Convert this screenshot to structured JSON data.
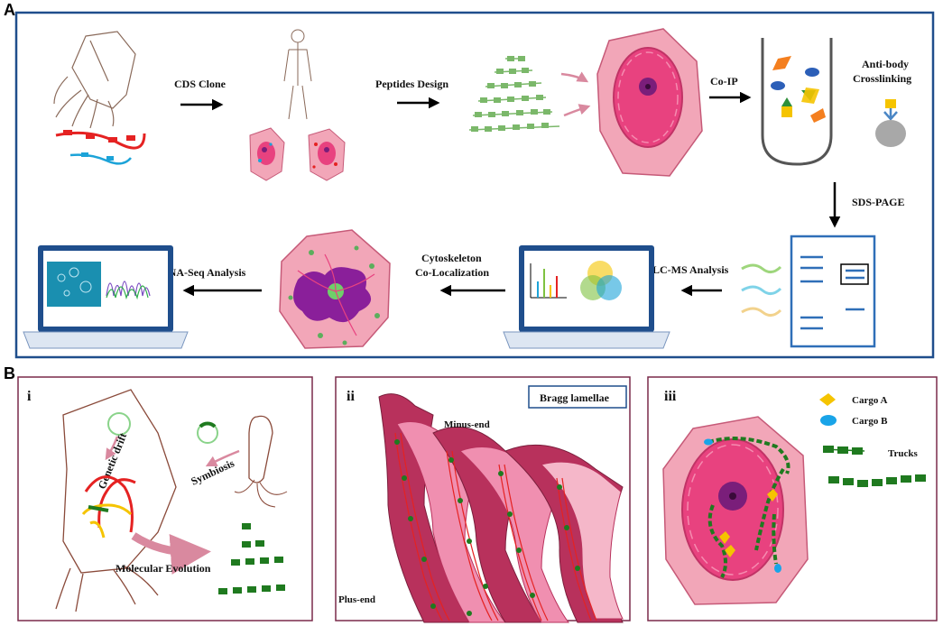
{
  "panels": {
    "A": {
      "letter": "A",
      "steps": {
        "cds_clone": "CDS Clone",
        "peptides_design": "Peptides Design",
        "co_ip": "Co-IP",
        "antibody_line1": "Anti-body",
        "antibody_line2": "Crosslinking",
        "sds_page": "SDS-PAGE",
        "lc_ms": "LC-MS Analysis",
        "cyto_line1": "Cytoskeleton",
        "cyto_line2": "Co-Localization",
        "rna_seq": "RNA-Seq Analysis"
      }
    },
    "B": {
      "letter": "B",
      "i": {
        "numeral": "i",
        "genetic_drift": "Genetic drift",
        "symbiosis": "Symbiosis",
        "molecular_evolution": "Molecular Evolution"
      },
      "ii": {
        "numeral": "ii",
        "bragg": "Bragg lamellae",
        "minus_end": "Minus-end",
        "plus_end": "Plus-end"
      },
      "iii": {
        "numeral": "iii",
        "cargo_a": "Cargo A",
        "cargo_b": "Cargo B",
        "trucks": "Trucks"
      }
    }
  },
  "colors": {
    "panel_a_border": "#1f4e8c",
    "panel_b_border": "#7a2a4a",
    "cell_fill": "#f2a6b8",
    "nucleus_fill": "#e8427f",
    "nucleolus": "#7a1e7a",
    "peptide_green": "#7bb86a",
    "truck_green": "#1f7a1f",
    "red_strand": "#e52222",
    "blue_strand": "#1ca3d8",
    "gel_band": "#2f6fb8",
    "lamella": "#b8315c",
    "cargo_a": "#f5c400",
    "cargo_b": "#19a4e8"
  }
}
